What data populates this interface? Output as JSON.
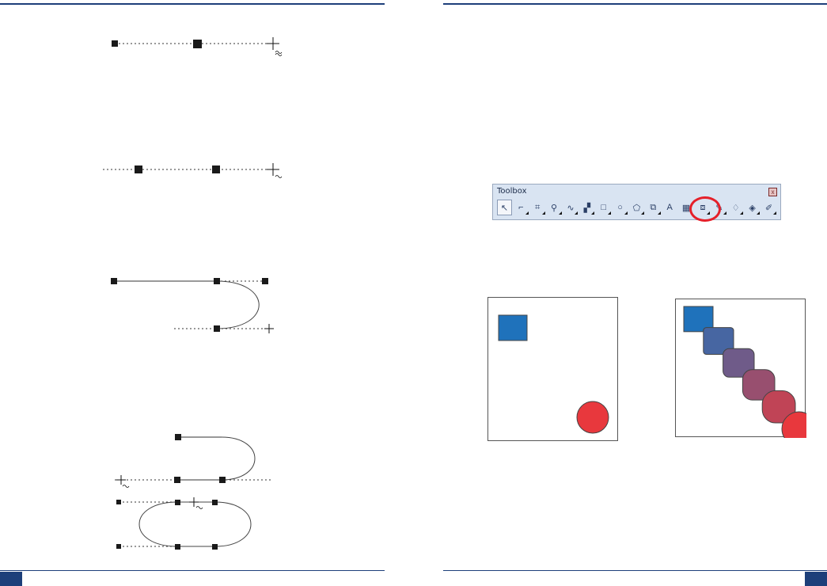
{
  "toolbox": {
    "title": "Toolbox",
    "close_glyph": "x",
    "tools": [
      {
        "icon": "pick-tool-icon",
        "glyph": "↖",
        "active": true
      },
      {
        "icon": "shape-tool-icon",
        "glyph": "⌐"
      },
      {
        "icon": "crop-tool-icon",
        "glyph": "⌗"
      },
      {
        "icon": "zoom-tool-icon",
        "glyph": "⚲"
      },
      {
        "icon": "freehand-tool-icon",
        "glyph": "∿"
      },
      {
        "icon": "smart-fill-tool-icon",
        "glyph": "▞"
      },
      {
        "icon": "rectangle-tool-icon",
        "glyph": "□"
      },
      {
        "icon": "ellipse-tool-icon",
        "glyph": "○"
      },
      {
        "icon": "polygon-tool-icon",
        "glyph": "⬠"
      },
      {
        "icon": "basic-shapes-tool-icon",
        "glyph": "⧉"
      },
      {
        "icon": "text-tool-icon",
        "glyph": "A"
      },
      {
        "icon": "table-tool-icon",
        "glyph": "▦"
      },
      {
        "icon": "blend-tool-icon",
        "glyph": "⧈"
      },
      {
        "icon": "eyedropper-tool-icon",
        "glyph": "✎"
      },
      {
        "icon": "outline-tool-icon",
        "glyph": "♢"
      },
      {
        "icon": "fill-tool-icon",
        "glyph": "◈"
      },
      {
        "icon": "interactive-fill-tool-icon",
        "glyph": "✐"
      }
    ],
    "highlighted_tool": "blend-tool-icon"
  },
  "blend_example": {
    "start_color": "#1f72bb",
    "end_color": "#e8383d",
    "steps": 6
  }
}
